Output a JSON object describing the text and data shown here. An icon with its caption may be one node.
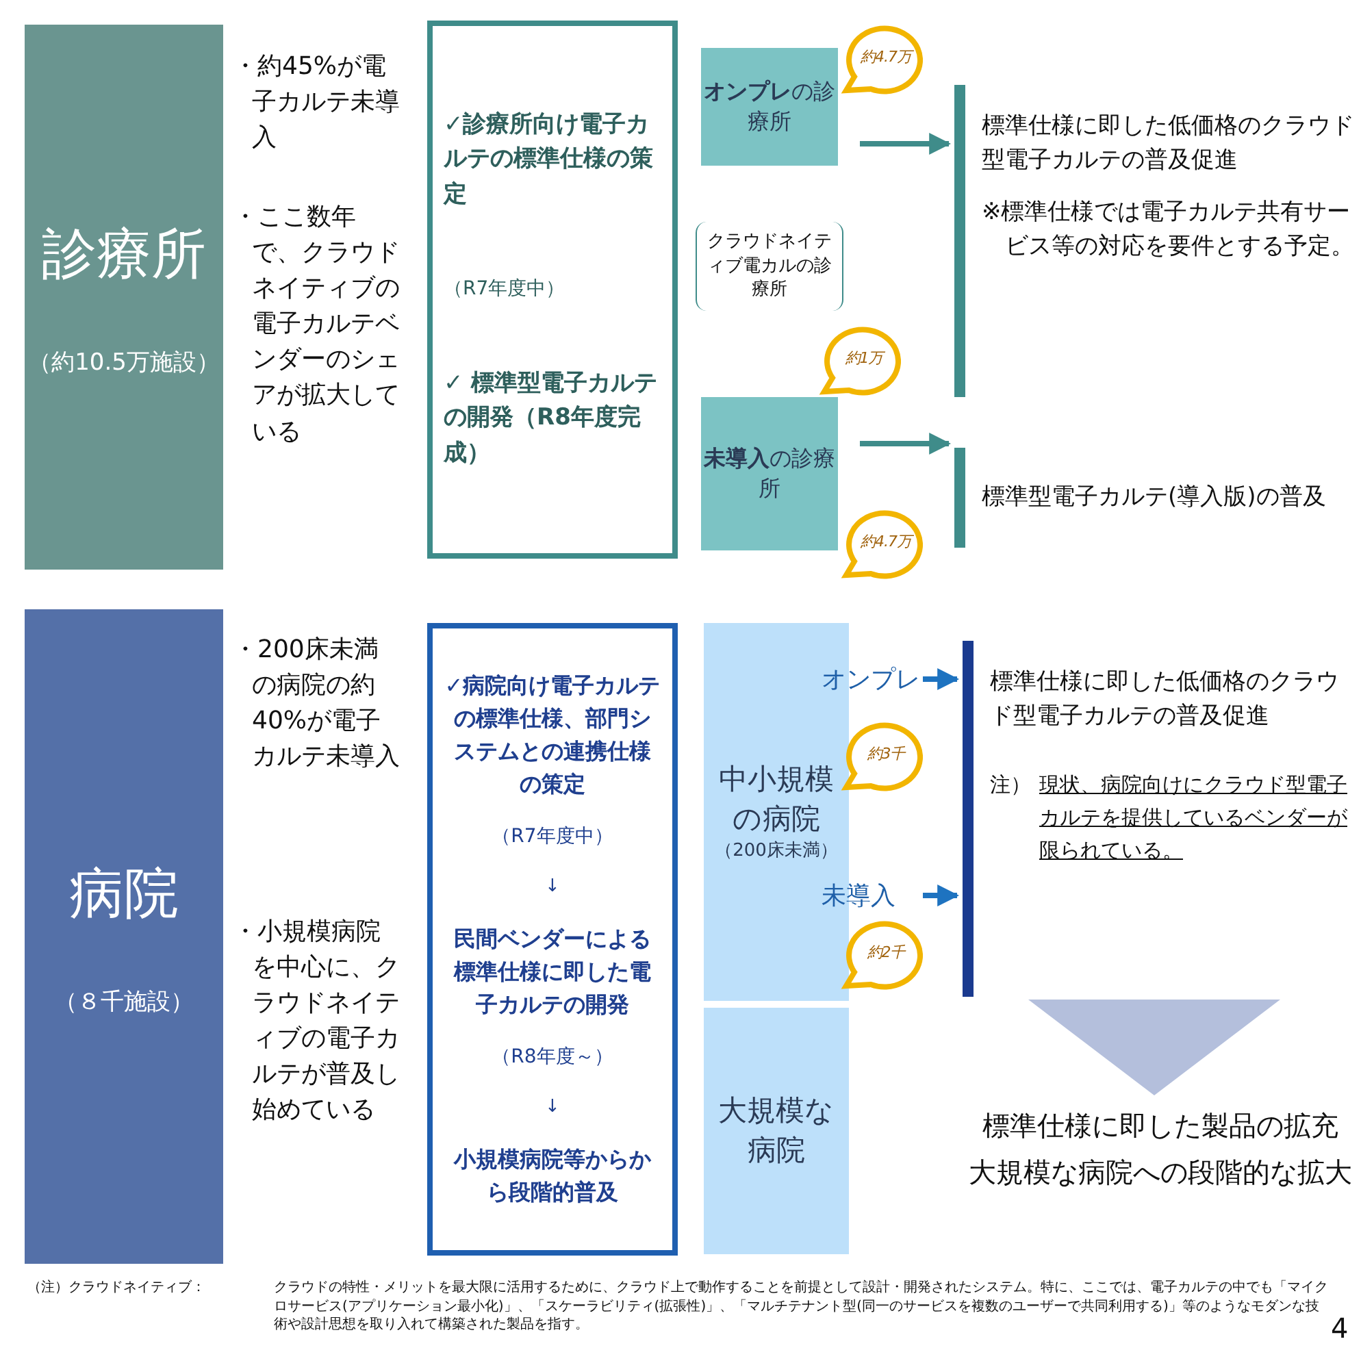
{
  "diagram": {
    "nodes": [
      {
        "text": [
          "診療所",
          "（約10.5万施設）"
        ]
      },
      {
        "text": [
          "✓診療所向け電子カルテの標準仕様の策定",
          "（R7年度中）",
          "**✓ 標準型電子カルテの開発**（R8年度完成）"
        ]
      },
      {
        "text": [
          "**オンプレ**の診療所"
        ]
      },
      {
        "text": [
          "約4.7万"
        ]
      },
      {
        "text": [
          "約1万"
        ]
      },
      {
        "text": [
          "**未導入**の診療所"
        ]
      },
      {
        "text": [
          "約4.7万"
        ]
      },
      {
        "text": [
          "標準仕様に即した低価格のクラウド型電子カルテの普及促進",
          "※標準仕様では電子カルテ共有サービス等の対応を要件とする予定。"
        ]
      },
      {
        "text": [
          "標準型電子カルテ(導入版)の普及"
        ]
      },
      {
        "text": [
          "病院",
          "（８千施設）"
        ]
      },
      {
        "text": [
          "✓病院向け電子カルテの標準仕様、部門システムとの連携仕様の策定",
          "（R7年度中）",
          "↓",
          "民間ベンダーによる標準仕様に即した電子カルテの開発",
          "（R8年度～）",
          "↓",
          "小規模病院等からから段階的普及"
        ]
      },
      {
        "text": [
          "中小規模の病院",
          "（200床未満）"
        ]
      },
      {
        "text": [
          "オンプレ"
        ]
      },
      {
        "text": [
          "約3千"
        ]
      },
      {
        "text": [
          "未導入"
        ]
      },
      {
        "text": [
          "約2千"
        ]
      },
      {
        "text": [
          "標準仕様に即した低価格のクラウド型電子カルテの普及促進",
          "注）",
          "現状、病院向けにクラウド型電子カルテを提供しているベンダーが限られている。"
        ]
      },
      {
        "text": [
          "大規模な病院"
        ]
      },
      {
        "text": [
          "標準仕様に即した製品の拡充",
          "大規模な病院への段階的な拡大"
        ]
      }
    ],
    "edges": [
      {
        "from": 2,
        "to": 7,
        "arrow": "to"
      },
      {
        "from": 5,
        "to": 8,
        "arrow": "to"
      },
      {
        "from": 12,
        "to": 16,
        "arrow": "to",
        "color": "#1e73c0"
      },
      {
        "from": 14,
        "to": 16,
        "arrow": "to",
        "color": "#1e73c0"
      },
      {
        "from": 16,
        "to": 18,
        "arrow": "to",
        "color": "#b4bfdc"
      }
    ],
    "labels": [
      "・約45%が電子カルテ未導入",
      "・ここ数年で、クラウドネイティブの電子カルテベンダーのシェアが拡大している",
      "クラウドネイティブ電カルの診療所",
      "・200床未満の病院の約40%が電子カルテ未導入",
      "・小規模病院を中心に、クラウドネイティブの電子カルテが普及し始めている",
      "（注）クラウドネイティブ：",
      "クラウドの特性・メリットを最大限に活用するために、クラウド上で動作することを前提として設計・開発されたシステム。特に、ここでは、電子カルテの中でも「マイクロサービス(アプリケーション最小化)」、「スケーラビリティ(拡張性)」、「マルチテナント型(同一のサービスを複数のユーザーで共同利用する)」等のようなモダンな技術や設計思想を取り入れて構築された製品を指す。",
      "4"
    ]
  }
}
